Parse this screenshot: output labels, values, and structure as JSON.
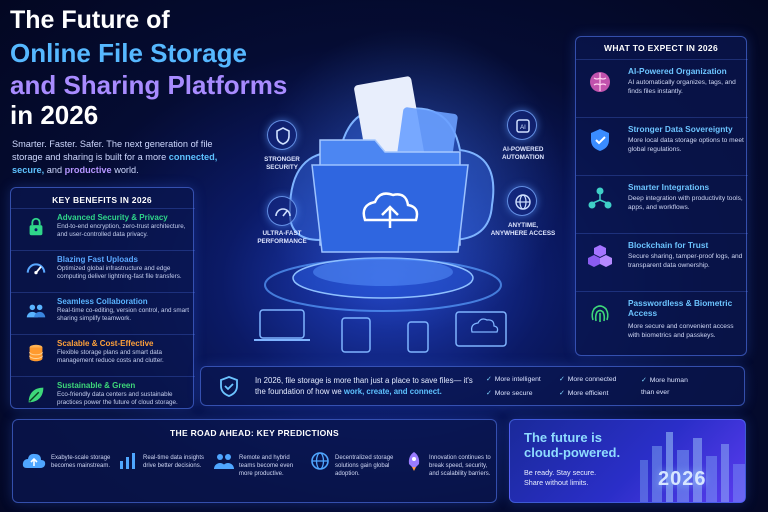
{
  "header": {
    "title_line1": "The Future of",
    "title_line2": "Online File Storage",
    "title_line3": "and Sharing Platforms",
    "title_line4": "in 2026",
    "subtitle_part1": "Smarter. Faster. Safer. The next generation of file storage and sharing is built for a more",
    "subtitle_connected": "connected,",
    "subtitle_secure": "secure,",
    "subtitle_and": "and",
    "subtitle_productive": "productive",
    "subtitle_end": "world."
  },
  "key_benefits": {
    "heading": "KEY BENEFITS IN 2026",
    "items": [
      {
        "title": "Advanced Security & Privacy",
        "desc": "End-to-end encryption, zero-trust architecture, and user-controlled data privacy.",
        "icon": "lock-icon",
        "color": "#2fd68a"
      },
      {
        "title": "Blazing Fast Uploads",
        "desc": "Optimized global infrastructure and edge computing deliver lightning-fast file transfers.",
        "icon": "speedometer-icon",
        "color": "#5aa8ff"
      },
      {
        "title": "Seamless Collaboration",
        "desc": "Real-time co-editing, version control, and smart sharing simplify teamwork.",
        "icon": "team-icon",
        "color": "#5ab4ff"
      },
      {
        "title": "Scalable & Cost-Effective",
        "desc": "Flexible storage plans and smart data management reduce costs and clutter.",
        "icon": "database-icon",
        "color": "#ffa13a"
      },
      {
        "title": "Sustainable & Green",
        "desc": "Eco-friendly data centers and sustainable practices power the future of cloud storage.",
        "icon": "leaf-icon",
        "color": "#3ed87a"
      }
    ]
  },
  "center": {
    "labels": {
      "stronger_security": "STRONGER SECURITY",
      "ultra_fast": "ULTRA-FAST PERFORMANCE",
      "ai_automation": "AI-POWERED AUTOMATION",
      "anytime": "ANYTIME, ANYWHERE ACCESS",
      "ai_chip_text": "AI"
    }
  },
  "what_to_expect": {
    "heading": "WHAT TO EXPECT IN 2026",
    "items": [
      {
        "title": "AI-Powered Organization",
        "desc": "AI automatically organizes, tags, and finds files instantly.",
        "icon": "brain-icon"
      },
      {
        "title": "Stronger Data Sovereignty",
        "desc": "More local data storage options to meet global regulations.",
        "icon": "shield-check-icon"
      },
      {
        "title": "Smarter Integrations",
        "desc": "Deep integration with productivity tools, apps, and workflows.",
        "icon": "network-icon"
      },
      {
        "title": "Blockchain for Trust",
        "desc": "Secure sharing, tamper-proof logs, and transparent data ownership.",
        "icon": "blocks-icon"
      },
      {
        "title": "Passwordless & Biometric Access",
        "desc": "More secure and convenient access with biometrics and passkeys.",
        "icon": "fingerprint-icon"
      }
    ]
  },
  "banner": {
    "text_part1": "In 2026, file storage is more than just a place to save files— it's the foundation of how we",
    "text_em": "work, create, and connect.",
    "checks": [
      "More intelligent",
      "More secure",
      "More connected",
      "More efficient",
      "More human than ever"
    ]
  },
  "road_ahead": {
    "heading": "THE ROAD AHEAD: KEY PREDICTIONS",
    "items": [
      {
        "text": "Exabyte-scale storage becomes mainstream.",
        "icon": "cloud-upload-icon"
      },
      {
        "text": "Real-time data insights drive better decisions.",
        "icon": "bar-chart-icon"
      },
      {
        "text": "Remote and hybrid teams become even more productive.",
        "icon": "people-icon"
      },
      {
        "text": "Decentralized storage solutions gain global adoption.",
        "icon": "globe-icon"
      },
      {
        "text": "Innovation continues to break speed, security, and scalability barriers.",
        "icon": "rocket-icon"
      }
    ]
  },
  "future_card": {
    "title_line1": "The future is",
    "title_line2": "cloud-powered.",
    "sub_line1": "Be ready. Stay secure.",
    "sub_line2": "Share without limits.",
    "year": "2026"
  }
}
